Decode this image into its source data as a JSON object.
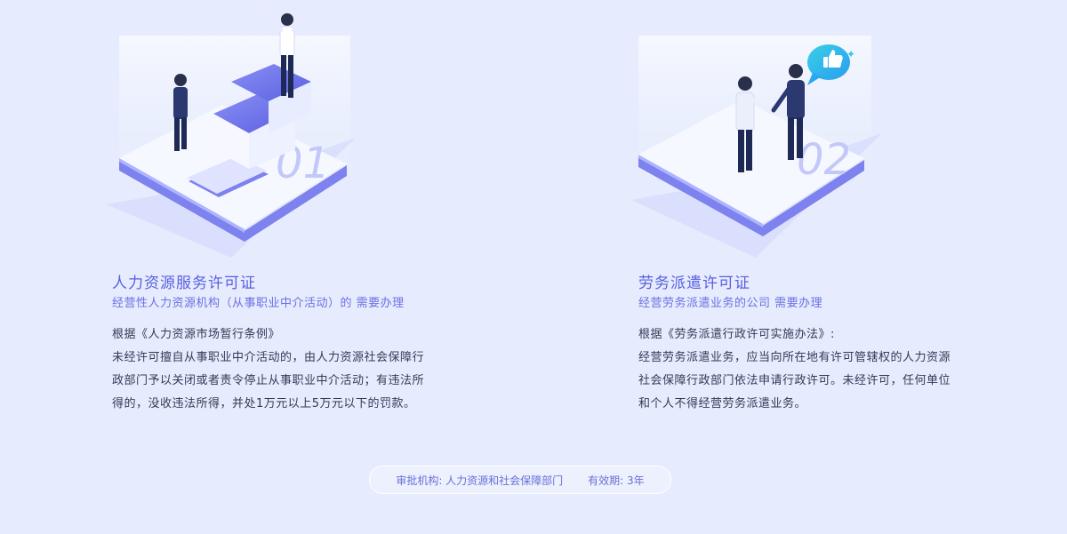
{
  "cards": [
    {
      "number": "01",
      "title": "人力资源服务许可证",
      "subtitle": "经营性人力资源机构（从事职业中介活动）的 需要办理",
      "lines": [
        "根据《人力资源市场暂行条例》",
        "未经许可擅自从事职业中介活动的，由人力资源社会保障行",
        "政部门予以关闭或者责令停止从事职业中介活动；有违法所",
        "得的，没收违法所得，并处1万元以上5万元以下的罚款。"
      ]
    },
    {
      "number": "02",
      "title": "劳务派遣许可证",
      "subtitle": "经营劳务派遣业务的公司 需要办理",
      "lines": [
        "根据《劳务派遣行政许可实施办法》:",
        "经营劳务派遣业务，应当向所在地有许可管辖权的人力资源",
        "社会保障行政部门依法申请行政许可。未经许可，任何单位",
        "和个人不得经营劳务派遣业务。"
      ]
    }
  ],
  "footer": {
    "authority": "审批机构: 人力资源和社会保障部门",
    "validity": "有效期: 3年"
  },
  "icons": {
    "card1": "stairs-people-illustration",
    "card2": "handshake-illustration",
    "bubble": "thumbs-up-icon"
  },
  "colors": {
    "accent": "#5a5fe0",
    "background": "#e6ecfd",
    "text": "#333a55"
  }
}
